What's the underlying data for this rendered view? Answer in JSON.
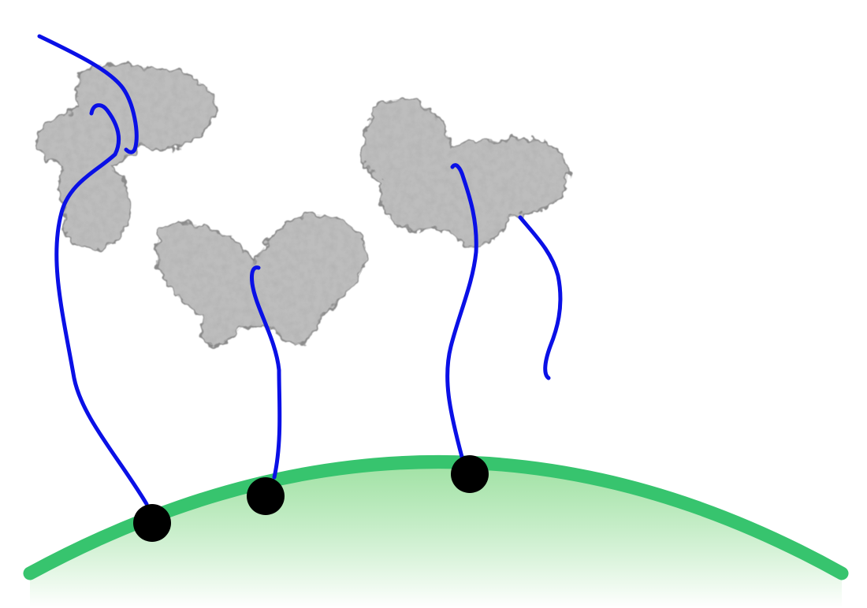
{
  "colors": {
    "background": "#ffffff",
    "membrane": "#37c46e",
    "membrane_gradient_top": "#8fdc93",
    "membrane_gradient_bottom": "#ffffff",
    "tether": "#0a10e6",
    "anchor": "#000000",
    "protein_fill": "#bdbdbd",
    "protein_edge": "#8a8a8a",
    "protein_highlight": "#e6e6e6"
  },
  "icons": {
    "anchor": "black-circle-icon",
    "protein": "protein-surface-icon",
    "membrane": "curved-membrane-icon"
  },
  "tethers": {
    "count": 4,
    "anchored": 3,
    "free_end": 1
  },
  "proteins": {
    "count": 3
  }
}
